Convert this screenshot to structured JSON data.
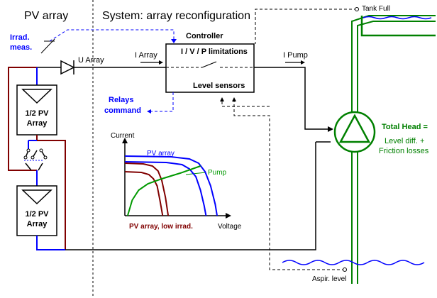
{
  "colors": {
    "black": "#000000",
    "blue": "#0000ff",
    "green": "#008000",
    "dark_red": "#800000",
    "pump_green": "#009900"
  },
  "headers": {
    "pv_array": "PV array",
    "system": "System: array reconfiguration"
  },
  "left": {
    "irrad_meas": [
      "Irrad.",
      "meas."
    ],
    "u_array": "U Array",
    "panel_top": [
      "1/2 PV",
      "Array"
    ],
    "panel_bottom": [
      "1/2 PV",
      "Array"
    ]
  },
  "controller": {
    "title": "Controller",
    "limitations": "I / V / P limitations",
    "level_sensors": "Level sensors",
    "i_array": "I Array",
    "i_pump": "I Pump",
    "relays": [
      "Relays",
      "command"
    ]
  },
  "pump": {
    "tank_full": "Tank Full",
    "total_head": "Total Head =",
    "level_diff": "Level diff. +",
    "friction": "Friction losses",
    "aspir_level": "Aspir. level"
  },
  "chart": {
    "ylabel": "Current",
    "xlabel": "Voltage",
    "label_pv": "PV array",
    "label_pump": "Pump",
    "label_low": "PV array, low irrad."
  },
  "chart_data": {
    "type": "line",
    "title": "",
    "xlabel": "Voltage",
    "ylabel": "Current",
    "series": [
      {
        "name": "PV array",
        "color": "#0000ff",
        "x": [
          0,
          0.5,
          0.7,
          0.8,
          0.87,
          0.93,
          0.98,
          1.0
        ],
        "y": [
          0.84,
          0.83,
          0.8,
          0.74,
          0.62,
          0.42,
          0.16,
          0.0
        ]
      },
      {
        "name": "PV array",
        "color": "#0000ff",
        "x": [
          0,
          0.45,
          0.62,
          0.7,
          0.77,
          0.82,
          0.86,
          0.88
        ],
        "y": [
          0.76,
          0.75,
          0.72,
          0.66,
          0.55,
          0.36,
          0.14,
          0.0
        ]
      },
      {
        "name": "PV array, low irrad.",
        "color": "#800000",
        "x": [
          0,
          0.2,
          0.3,
          0.36,
          0.4,
          0.44,
          0.47
        ],
        "y": [
          0.74,
          0.73,
          0.7,
          0.63,
          0.5,
          0.26,
          0.0
        ]
      },
      {
        "name": "PV array, low irrad.",
        "color": "#800000",
        "x": [
          0,
          0.18,
          0.26,
          0.31,
          0.35,
          0.38,
          0.41
        ],
        "y": [
          0.62,
          0.61,
          0.58,
          0.52,
          0.42,
          0.22,
          0.0
        ]
      },
      {
        "name": "Pump",
        "color": "#009900",
        "x": [
          0.03,
          0.08,
          0.15,
          0.25,
          0.4,
          0.6,
          0.82
        ],
        "y": [
          0.0,
          0.22,
          0.36,
          0.45,
          0.52,
          0.6,
          0.7
        ]
      }
    ]
  }
}
